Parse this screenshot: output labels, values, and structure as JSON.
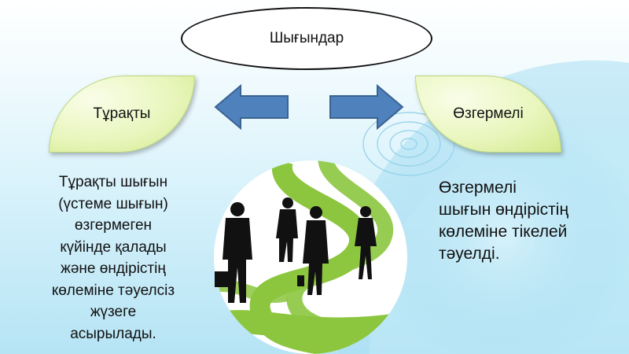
{
  "diagram": {
    "top_node": "Шығындар",
    "left_node": "Тұрақты",
    "right_node": "Өзгермелі",
    "left_description": [
      "Тұрақты шығын",
      "(үстеме шығын)",
      "өзгермеген",
      "күйінде қалады",
      "және өндірістің",
      "көлеміне тәуелсіз",
      "жүзеге",
      "асырылады."
    ],
    "right_description": [
      "Өзгермелі",
      "шығын өндірістің",
      "көлеміне тікелей",
      "тәуелді."
    ]
  },
  "colors": {
    "arrow_fill": "#4f81bd",
    "arrow_stroke": "#3a6391",
    "leaf_green": "#e9f6bd",
    "background_blue": "#b6e4f5",
    "photo_green": "#8cc63f"
  },
  "icons": [
    "arrow-left-icon",
    "arrow-right-icon",
    "business-people-photo"
  ]
}
